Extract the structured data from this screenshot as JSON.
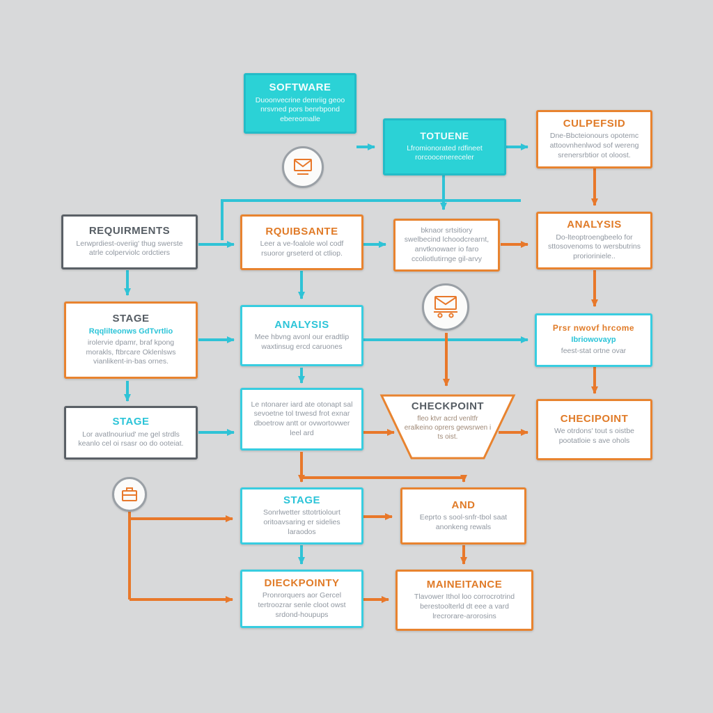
{
  "diagram": {
    "kind": "software-process-flowchart",
    "colors": {
      "background": "#d8d9da",
      "cyan_accent": "#2cc4d8",
      "cyan_fill": "#2bd2d6",
      "orange_accent": "#e8782a",
      "dark_border": "#5a6066",
      "body_text": "#9097a0"
    }
  },
  "nodes": {
    "software": {
      "title": "SOFTWARE",
      "body": "Duoonvecrine demriig geoo nrsvned pors benrbpond ebereomalle"
    },
    "totuene": {
      "title": "TOTUENE",
      "body": "Lfromionorated rdfineet rorcoocenereceler"
    },
    "culpefsid": {
      "title": "CULPEFSID",
      "body": "Dne-Bbcteionours opotemc attoovnhenlwod sof wereng srenersrbtior ot oloost."
    },
    "requirments": {
      "title": "REQUIRMENTS",
      "body": "Lerwprdiest-overiig' thug swerste atrle colperviolc ordctiers"
    },
    "rquibsante": {
      "title": "RQUIBSANTE",
      "body": "Leer a ve-foalole wol codf rsuoror grseterd ot ctliop."
    },
    "bknaor": {
      "body": "bknaor srtsitiory swelbecind lchoodcrearnt, anvtknowaer io faro ccoliotlutirnge gil-arvy"
    },
    "analysis_right": {
      "title": "ANALYSIS",
      "body": "Do-lteoptroengbeelo for sttosovenoms to wersbutrins prorioriniele.."
    },
    "stage1": {
      "title": "STAGE",
      "subtitle": "Rqqlilteonws GdTvrtlio",
      "body": "irolervie dpamr, braf kpong morakls, ftbrcare Oklenlsws vianlikent-in-bas ornes."
    },
    "analysis_center": {
      "title": "ANALYSIS",
      "body": "Mee hbvng avonl our eradtlip waxtinsug ercd caruones"
    },
    "prsr": {
      "title": "Prsr nwovf hrcome",
      "subtitle": "Ibriowovayp",
      "body": "feest-stat ortne ovar"
    },
    "stage2": {
      "title": "STAGE",
      "body": "Lor avatlnouriud' me gel strdls keanlo cel oi rsasr oo do ooteiat."
    },
    "notes": {
      "body": "Le ntonarer iard ate otonapt sal sevoetne tol trwesd frot exnar dboetrow antt or ovwortovwer leel ard"
    },
    "checkpoint": {
      "title": "CHECKPOINT",
      "body": "fleo ktvr acrd venltfr eralkeino oprers gewsrwen i ts oist."
    },
    "checipoint": {
      "title": "CHECIPOINT",
      "body": "We otrdons' tout s oistbe pootatloie s ave ohols"
    },
    "stage4": {
      "title": "STAGE",
      "body": "Sonrlwetter sttotrtiolourt oritoavsaring er sidelies laraodos"
    },
    "and": {
      "title": "AND",
      "body": "Eeprto s sool-snfr-tbol saat anonkeng rewals"
    },
    "dieckpointy": {
      "title": "DIECKPOINTY",
      "body": "Pronrorquers aor Gercel tertroozrar senle cloot owst srdond-houpups"
    },
    "maineitance": {
      "title": "MAINEITANCE",
      "body": "Tlavower Ithol loo corrocrotrind berestoolterld dt eee a vard lrecrorare-arorosins"
    }
  },
  "icons": {
    "mail": "envelope-icon",
    "mail_cart": "mail-cart-icon",
    "briefcase": "briefcase-icon"
  }
}
